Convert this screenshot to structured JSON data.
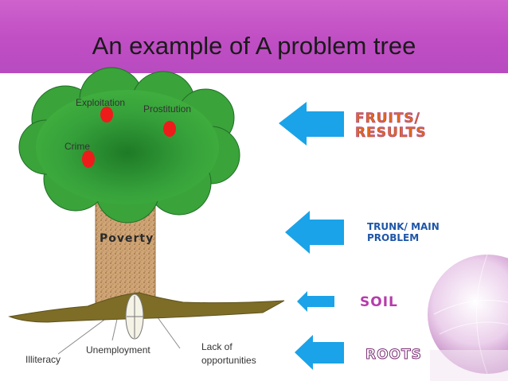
{
  "title": "An example of A problem tree",
  "colors": {
    "header": "#c457c8",
    "canopy": "#3aa33a",
    "canopy_dark": "#1e7a26",
    "trunk": "#c79a6a",
    "soil": "#7d6d26",
    "fruit": "#ee1b1b",
    "arrow": "#1aa3e8"
  },
  "tree": {
    "fruits": [
      "Exploitation",
      "Prostitution",
      "Crime"
    ],
    "trunk": "Poverty",
    "roots": [
      "Illiteracy",
      "Unemployment",
      "Lack of",
      "opportunities"
    ]
  },
  "legend": {
    "fruits_line1": "FRUITS/",
    "fruits_line2": "RESULTS",
    "trunk_line1": "TRUNK/ MAIN",
    "trunk_line2": "PROBLEM",
    "soil": "SOIL",
    "roots": "ROOTS"
  }
}
